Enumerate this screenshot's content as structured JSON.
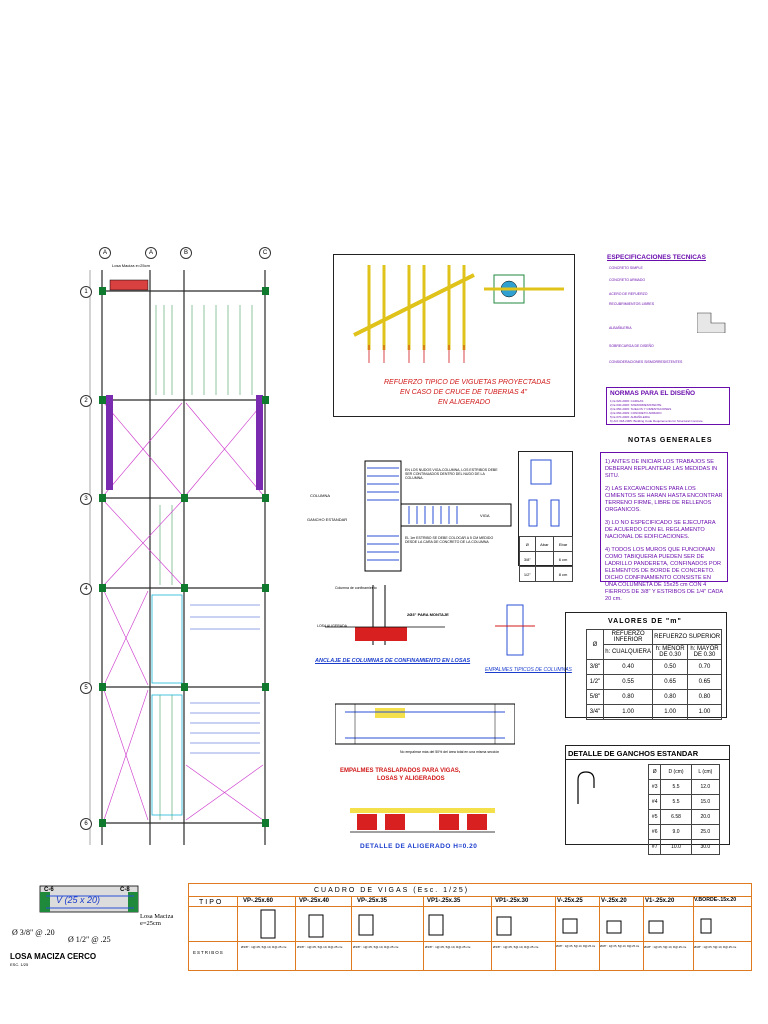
{
  "grid_labels": {
    "top": [
      "A",
      "A",
      "B",
      "C"
    ],
    "left": [
      "1",
      "2",
      "3",
      "4",
      "5",
      "6"
    ]
  },
  "plan": {
    "label_top": "Losa Maciza e=25cm"
  },
  "vigueta_detail": {
    "title_lines": [
      "REFUERZO TIPICO DE VIGUETAS PROYECTADAS",
      "EN CASO DE CRUCE DE TUBERIAS 4\"",
      "EN ALIGERADO"
    ]
  },
  "specs": {
    "title": "ESPECIFICACIONES TECNICAS",
    "lines": [
      "CONCRETO SIMPLE",
      "CONCRETO ARMADO",
      "ACERO DE REFUERZO",
      "RECUBRIMIENTOS LIBRES",
      "ALBAÑILERIA",
      "SOBRECARGA DE DISEÑO",
      "CONSIDERACIONES SISMORRESISTENTES"
    ]
  },
  "normas": {
    "title": "NORMAS PARA EL DISEÑO",
    "lines": [
      "1) E.020-2006: CARGAS",
      "2) E.030-2006: SISMORRESISTENTE",
      "3) E.050-2006: SUELOS Y CIMENTACIONES",
      "4) E.060-2009: CONCRETO ARMADO",
      "5) E.070-2006: ALBAÑILERIA",
      "6) ACI 318-2005: Building Code Requirements for Structural Concrete"
    ]
  },
  "notas": {
    "title": "NOTAS GENERALES",
    "items": [
      "1) ANTES DE INICIAR LOS TRABAJOS SE DEBERAN REPLANTEAR LAS MEDIDAS IN SITU.",
      "2) LAS EXCAVACIONES PARA LOS CIMIENTOS SE HARAN HASTA ENCONTRAR TERRENO FIRME, LIBRE DE RELLENOS ORGANICOS.",
      "3) LO NO ESPECIFICADO SE EJECUTARA DE ACUERDO CON EL REGLAMENTO NACIONAL DE EDIFICACIONES.",
      "4) TODOS LOS MUROS QUE FUNCIONAN COMO TABIQUERIA PUEDEN SER DE LADRILLO PANDERETA, CONFINADOS POR ELEMENTOS DE BORDE DE CONCRETO. DICHO CONFINAMIENTO CONSISTE EN UNA COLUMNETA DE 15x25 cm CON 4 FIERROS DE 3/8\" Y ESTRIBOS DE 1/4\" CADA 20 cm."
    ]
  },
  "column_detail": {
    "labels": [
      "COLUMNA",
      "GANCHO ESTANDAR",
      "VIGA"
    ],
    "note1": "EN LOS NUDOS VIGA-COLUMNA, LOS ESTRIBOS DEBE SER CONTINUADOS DENTRO DEL NUDO DE LA COLUMNA.",
    "note2": "EL 1er ESTRIBO SE DEBE COLOCAR A 5 CM MEDIDO DESDE LA CARA DE CONCRETO DE LA COLUMNA"
  },
  "stirrup_table": {
    "headers": [
      "Ø",
      "Abar",
      "Ebar"
    ],
    "rows": [
      [
        "3/8\"",
        "",
        "6 cm"
      ],
      [
        "1/2\"",
        "",
        "8 cm"
      ]
    ]
  },
  "anclaje": {
    "title": "ANCLAJE DE COLUMNAS DE CONFINAMIENTO EN LOSAS",
    "label1": "LOSA ALIGERADA",
    "label2": "2Ø3\" PARA MONTAJE",
    "label3": "Columna de confinamiento"
  },
  "empalmes_col": {
    "title": "EMPALMES TIPICOS DE COLUMNAS"
  },
  "empalmes_vigas": {
    "title_lines": [
      "EMPALMES TRASLAPADOS PARA VIGAS,",
      "LOSAS Y ALIGERADOS"
    ],
    "note": "No empalmar más del 50% del área total en una misma sección"
  },
  "aligerado": {
    "title": "DETALLE DE ALIGERADO H=0.20"
  },
  "valores_m": {
    "title": "VALORES DE \"m\"",
    "col_groups": [
      "REFUERZO INFERIOR",
      "REFUERZO SUPERIOR"
    ],
    "sub_headers": [
      "Ø",
      "h: CUALQUIERA",
      "h: MENOR DE 0.30",
      "h: MAYOR DE 0.30"
    ],
    "rows": [
      [
        "3/8\"",
        "0.40",
        "0.50",
        "0.70"
      ],
      [
        "1/2\"",
        "0.55",
        "0.65",
        "0.65"
      ],
      [
        "5/8\"",
        "0.80",
        "0.80",
        "0.80"
      ],
      [
        "3/4\"",
        "1.00",
        "1.00",
        "1.00"
      ]
    ]
  },
  "ganchos": {
    "title": "DETALLE DE GANCHOS ESTANDAR",
    "headers": [
      "Ø",
      "D (cm)",
      "L (cm)"
    ],
    "rows": [
      [
        "#3",
        "5.5",
        "12.0"
      ],
      [
        "#4",
        "5.5",
        "15.0"
      ],
      [
        "#5",
        "6.58",
        "20.0"
      ],
      [
        "#6",
        "9.0",
        "25.0"
      ],
      [
        "#7",
        "10.0",
        "30.0"
      ]
    ]
  },
  "losa_maciza": {
    "title": "LOSA MACIZA CERCO",
    "scale": "ESC. 1/25",
    "c_left": "C-6",
    "c_right": "C-8",
    "beam": "V (25 x 20)",
    "side": "Losa Maciza e=25cm",
    "bar1": "Ø 3/8\" @ .20",
    "bar2": "Ø 1/2\" @ .25"
  },
  "cuadro_vigas": {
    "title": "CUADRO DE VIGAS (Esc. 1/25)",
    "row_labels": [
      "TIPO",
      "ESTRIBOS"
    ],
    "types": [
      "VP-.25x.60",
      "VP-.25x.40",
      "VP-.25x.35",
      "VP1-.25x.35",
      "VP1-.25x.30",
      "V-.25x.25",
      "V-.25x.20",
      "V1-.25x.20",
      "V.BORDE-.15x.20"
    ],
    "stirrup": "Ø3/8\" : 1@.05, 5@.10, R@.25 c/e"
  }
}
